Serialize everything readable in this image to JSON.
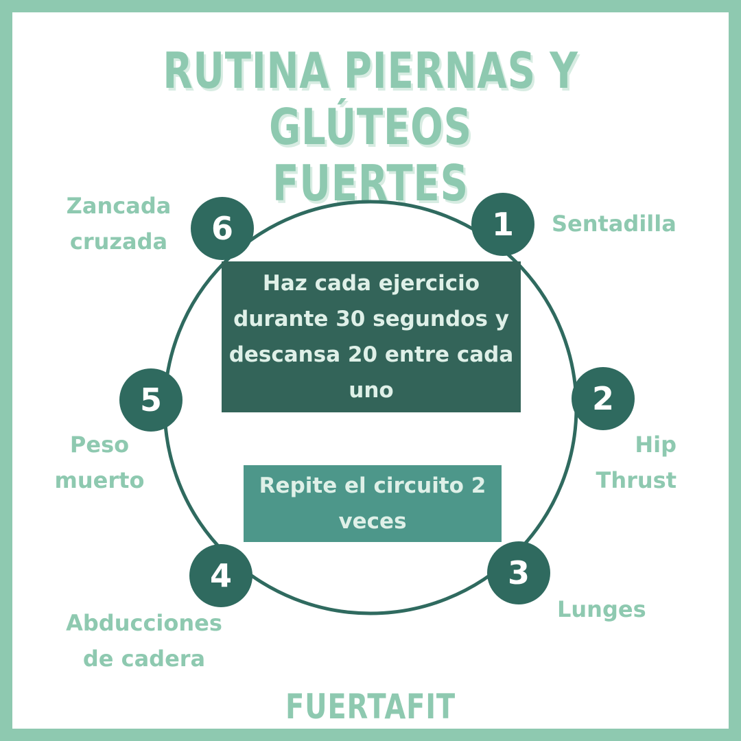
{
  "title": {
    "line1": "RUTINA PIERNAS Y GLÚTEOS",
    "line2": "FUERTES"
  },
  "steps": [
    {
      "number": "1",
      "label_line1": "Sentadilla",
      "label_line2": ""
    },
    {
      "number": "2",
      "label_line1": "Hip",
      "label_line2": "Thrust"
    },
    {
      "number": "3",
      "label_line1": "Lunges",
      "label_line2": ""
    },
    {
      "number": "4",
      "label_line1": "Abducciones",
      "label_line2": "de cadera"
    },
    {
      "number": "5",
      "label_line1": "Peso",
      "label_line2": "muerto"
    },
    {
      "number": "6",
      "label_line1": "Zancada",
      "label_line2": "cruzada"
    }
  ],
  "instruction": "Haz cada ejercicio durante 30 segundos y descansa 20 entre cada uno",
  "repeat": "Repite el circuito 2 veces",
  "brand": "FUERTAFIT",
  "colors": {
    "mint": "#8ec9b0",
    "dark_teal": "#2f6a5f",
    "medium_teal": "#4d978a"
  }
}
